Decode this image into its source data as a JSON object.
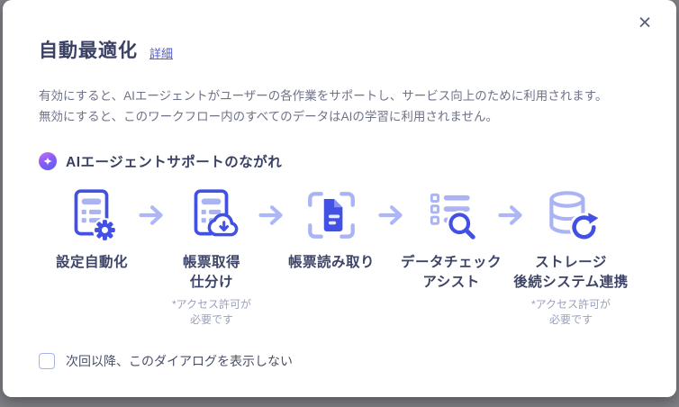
{
  "dialog": {
    "title": "自動最適化",
    "details_link": "詳細",
    "close_icon": "×",
    "description": "有効にすると、AIエージェントがユーザーの各作業をサポートし、サービス向上のために利用されます。\n無効にすると、このワークフロー内のすべてのデータはAIの学習に利用されません。",
    "flow_section": {
      "icon": "sparkle-icon",
      "title": "AIエージェントサポートのながれ"
    },
    "steps": [
      {
        "icon": "document-gear-icon",
        "label": "設定自動化",
        "note": ""
      },
      {
        "icon": "document-cloud-download-icon",
        "label": "帳票取得\n仕分け",
        "note": "*アクセス許可が\n必要です"
      },
      {
        "icon": "document-scan-icon",
        "label": "帳票読み取り",
        "note": ""
      },
      {
        "icon": "checklist-search-icon",
        "label": "データチェック\nアシスト",
        "note": ""
      },
      {
        "icon": "database-sync-icon",
        "label": "ストレージ\n後続システム連携",
        "note": "*アクセス許可が\n必要です"
      }
    ],
    "checkbox": {
      "label": "次回以降、このダイアログを表示しない",
      "checked": false
    },
    "colors": {
      "accent_blue": "#4250e4",
      "accent_light_purple": "#aab3f3",
      "title_text": "#3a4164",
      "body_text": "#6f7389",
      "note_text": "#9ba1bd",
      "link": "#4f58cc",
      "overlay_background": "#7f8186"
    }
  }
}
